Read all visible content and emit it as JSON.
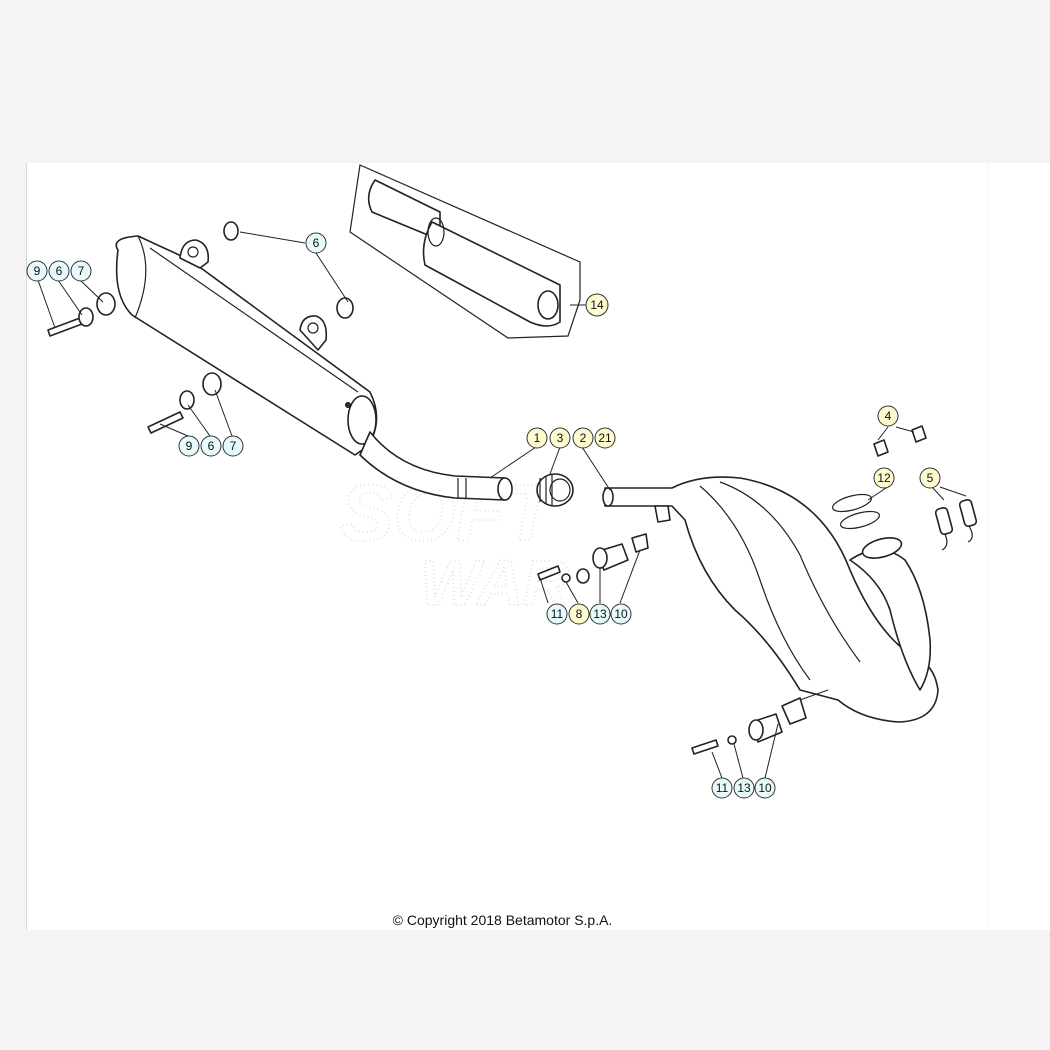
{
  "copyright": "© Copyright 2018 Betamotor S.p.A.",
  "watermark": [
    "SOFT",
    "WAR"
  ],
  "colors": {
    "callout_yellow": "#fffbd0",
    "callout_cyan": "#e7fbfd",
    "line": "#222222"
  },
  "callouts": [
    {
      "id": "c-6-top",
      "text": "6",
      "color": "cyan"
    },
    {
      "id": "c-9-a",
      "text": "9",
      "color": "cyan"
    },
    {
      "id": "c-6-a",
      "text": "6",
      "color": "cyan"
    },
    {
      "id": "c-7-a",
      "text": "7",
      "color": "cyan"
    },
    {
      "id": "c-9-b",
      "text": "9",
      "color": "cyan"
    },
    {
      "id": "c-6-b",
      "text": "6",
      "color": "cyan"
    },
    {
      "id": "c-7-b",
      "text": "7",
      "color": "cyan"
    },
    {
      "id": "c-14",
      "text": "14",
      "color": "yellow"
    },
    {
      "id": "c-1",
      "text": "1",
      "color": "yellow"
    },
    {
      "id": "c-3",
      "text": "3",
      "color": "yellow"
    },
    {
      "id": "c-2",
      "text": "2",
      "color": "yellow"
    },
    {
      "id": "c-21",
      "text": "21",
      "color": "yellow"
    },
    {
      "id": "c-4",
      "text": "4",
      "color": "yellow"
    },
    {
      "id": "c-12",
      "text": "12",
      "color": "yellow"
    },
    {
      "id": "c-5",
      "text": "5",
      "color": "yellow"
    },
    {
      "id": "c-11-a",
      "text": "11",
      "color": "cyan"
    },
    {
      "id": "c-8",
      "text": "8",
      "color": "yellow"
    },
    {
      "id": "c-13-a",
      "text": "13",
      "color": "cyan"
    },
    {
      "id": "c-10-a",
      "text": "10",
      "color": "cyan"
    },
    {
      "id": "c-11-b",
      "text": "11",
      "color": "cyan"
    },
    {
      "id": "c-13-b",
      "text": "13",
      "color": "cyan"
    },
    {
      "id": "c-10-b",
      "text": "10",
      "color": "cyan"
    }
  ]
}
